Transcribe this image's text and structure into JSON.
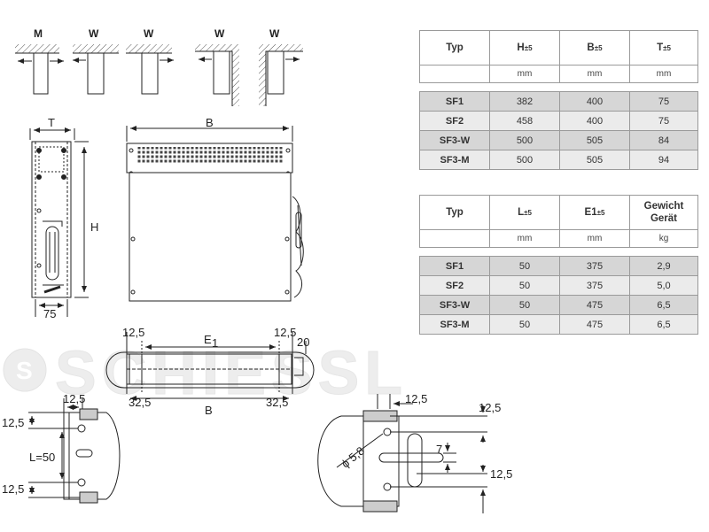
{
  "watermark": "SCHIESSL",
  "mounting_icons": [
    {
      "label": "M"
    },
    {
      "label": "W"
    },
    {
      "label": "W"
    },
    {
      "label": "W"
    },
    {
      "label": "W"
    }
  ],
  "dimension_labels": {
    "T": "T",
    "B": "B",
    "H": "H",
    "depth_75": "75",
    "e_left": "12,5",
    "e1": "E",
    "e1_sub": "1",
    "e_right": "12,5",
    "e_20": "20",
    "b_left": "32,5",
    "b_mid": "B",
    "b_right": "32,5",
    "d_top_12_5": "12,5",
    "d_left_12_5_a": "12,5",
    "d_l50": "L=50",
    "d_left_12_5_b": "12,5",
    "r_top_12_5": "12,5",
    "r_right_12_5_a": "12,5",
    "r_phi": "ϕ 5,8",
    "r_7": "7",
    "r_right_12_5_b": "12,5"
  },
  "table1": {
    "headers": [
      {
        "main": "Typ",
        "tol": ""
      },
      {
        "main": "H",
        "tol": "±5"
      },
      {
        "main": "B",
        "tol": "±5"
      },
      {
        "main": "T",
        "tol": "±5"
      }
    ],
    "units": [
      "",
      "mm",
      "mm",
      "mm"
    ],
    "rows": [
      [
        "SF1",
        "382",
        "400",
        "75"
      ],
      [
        "SF2",
        "458",
        "400",
        "75"
      ],
      [
        "SF3-W",
        "500",
        "505",
        "84"
      ],
      [
        "SF3-M",
        "500",
        "505",
        "94"
      ]
    ]
  },
  "table2": {
    "headers": [
      {
        "main": "Typ",
        "tol": ""
      },
      {
        "main": "L",
        "tol": "±5"
      },
      {
        "main": "E1",
        "tol": "±5"
      },
      {
        "main": "Gewicht Gerät",
        "tol": ""
      }
    ],
    "units": [
      "",
      "mm",
      "mm",
      "kg"
    ],
    "rows": [
      [
        "SF1",
        "50",
        "375",
        "2,9"
      ],
      [
        "SF2",
        "50",
        "375",
        "5,0"
      ],
      [
        "SF3-W",
        "50",
        "475",
        "6,5"
      ],
      [
        "SF3-M",
        "50",
        "475",
        "6,5"
      ]
    ]
  }
}
